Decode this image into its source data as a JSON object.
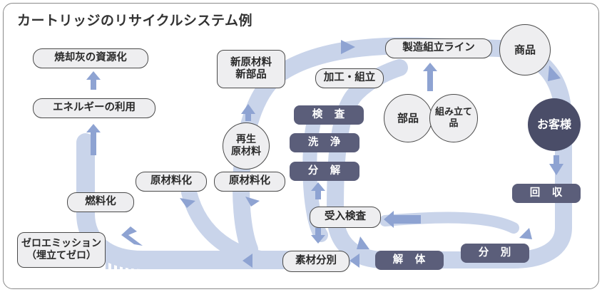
{
  "title": "カートリッジのリサイクルシステム例",
  "nodes": {
    "ash_resource": "焼却灰の資源化",
    "energy_use": "エネルギーの利用",
    "fuel": "燃料化",
    "zero_emission": "ゼロエミッション\n（埋立てゼロ）",
    "raw_material_left": "原材料化",
    "new_material": "新原材料\n新部品",
    "recycled_material": "再生\n原材料",
    "raw_material_right": "原材料化",
    "production_line": "製造組立ライン",
    "product": "商品",
    "processing": "加工・組立",
    "inspection": "検　査",
    "cleaning": "洗　浄",
    "disassembly": "分　解",
    "parts": "部品",
    "assembled_parts": "組み立て\n品",
    "customer": "お客様",
    "collection": "回　収",
    "sorting": "分　別",
    "acceptance": "受入検査",
    "dismantling": "解　体",
    "material_sorting": "素材分別"
  },
  "colors": {
    "loop_band": "#c9d4ea",
    "arrow": "#8ea3d2",
    "dark_pill": "#5b5e7a",
    "dark_circle": "#4a4d68",
    "light_fill": "#eeeef0"
  }
}
